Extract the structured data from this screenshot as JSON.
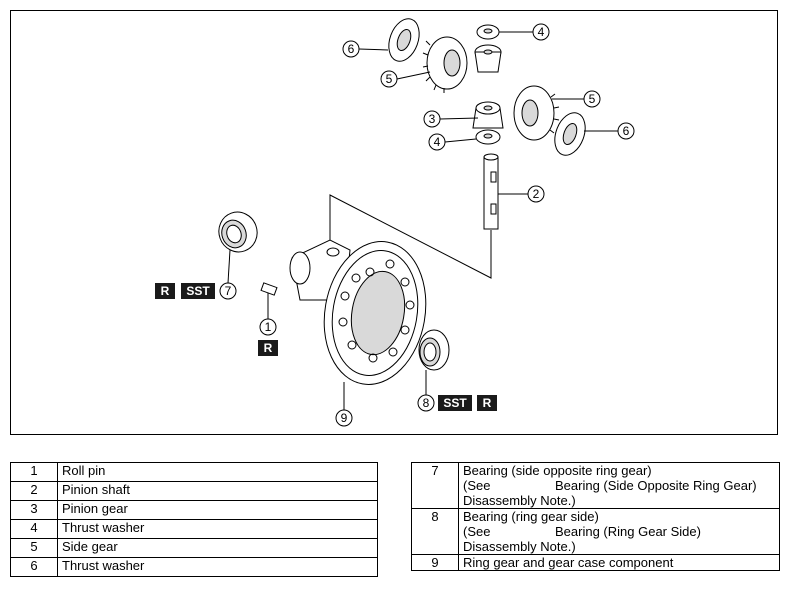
{
  "diagram": {
    "callouts": {
      "c1": "1",
      "c2": "2",
      "c3": "3",
      "c4a": "4",
      "c4b": "4",
      "c5a": "5",
      "c5b": "5",
      "c6a": "6",
      "c6b": "6",
      "c7": "7",
      "c8": "8",
      "c9": "9"
    },
    "badges": {
      "r": "R",
      "sst": "SST"
    }
  },
  "parts_left": [
    {
      "num": "1",
      "name": "Roll pin"
    },
    {
      "num": "2",
      "name": "Pinion shaft"
    },
    {
      "num": "3",
      "name": "Pinion gear"
    },
    {
      "num": "4",
      "name": "Thrust washer"
    },
    {
      "num": "5",
      "name": "Side gear"
    },
    {
      "num": "6",
      "name": "Thrust washer"
    }
  ],
  "parts_right": [
    {
      "num": "7",
      "line1": "Bearing (side opposite ring gear)",
      "see": "(See",
      "ref": "Bearing (Side Opposite Ring Gear)",
      "line3": "Disassembly Note.)"
    },
    {
      "num": "8",
      "line1": "Bearing (ring gear side)",
      "see": "(See",
      "ref": "Bearing (Ring Gear Side)",
      "line3": "Disassembly Note.)"
    },
    {
      "num": "9",
      "line1": "Ring gear and gear case component"
    }
  ]
}
